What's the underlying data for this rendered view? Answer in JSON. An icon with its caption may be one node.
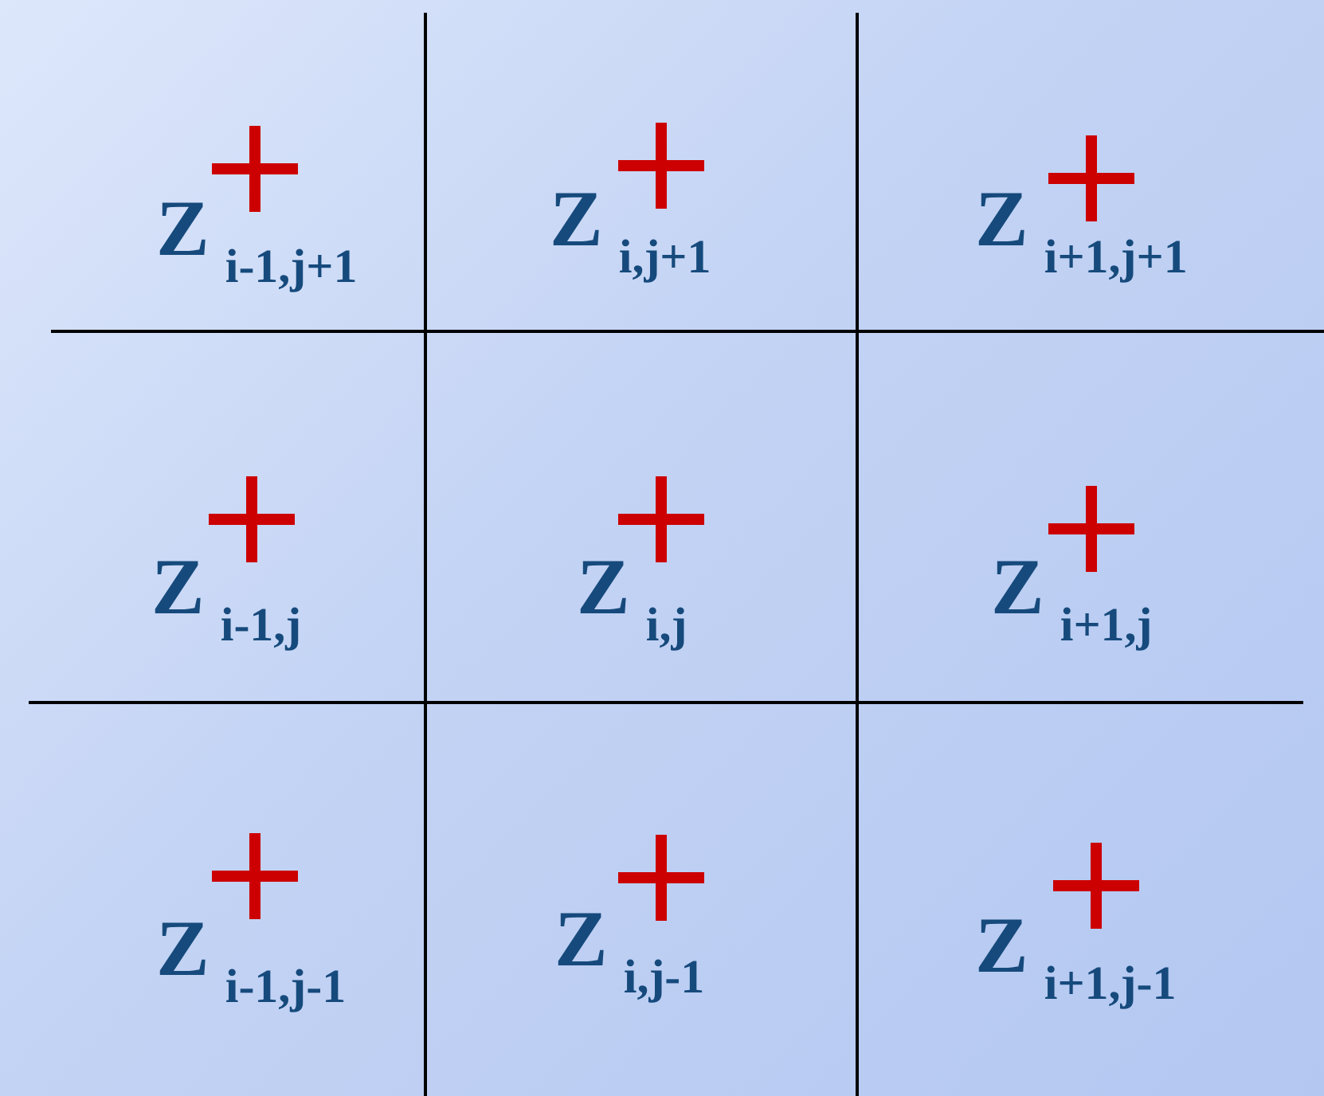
{
  "diagram": {
    "labels": [
      "Z$_{i-1,j+1}$",
      "Z$_{i,j+1}$",
      "Z$_{i+1,j+1}$",
      "Z$_{i-1,j}$",
      "Z$_{i,j}$",
      "Z$_{i+1,j}$",
      "Z$_{i-1,j-1}$",
      "Z$_{i,j-1}$",
      "Z$_{i+1,j-1}$"
    ]
  }
}
